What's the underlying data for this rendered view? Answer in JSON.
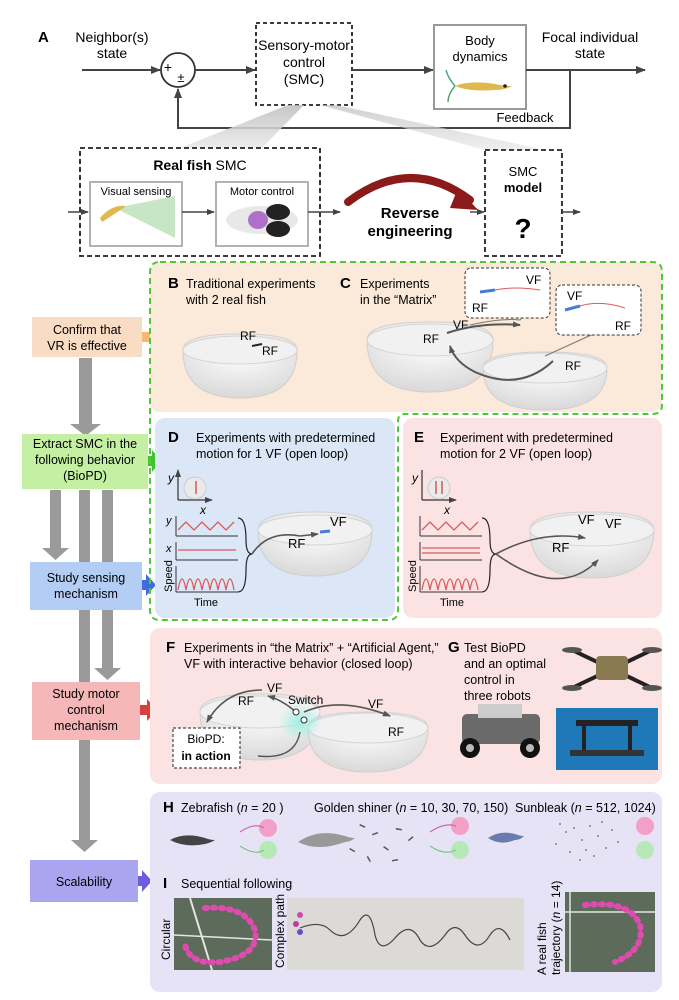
{
  "panel_a": {
    "letter": "A",
    "neighbor_line1": "Neighbor(s)",
    "neighbor_line2": "state",
    "plus": "+",
    "pm": "±",
    "smc_line1": "Sensory-motor",
    "smc_line2": "control",
    "smc_line3": "(SMC)",
    "body_line1": "Body",
    "body_line2": "dynamics",
    "focal_line1": "Focal individual",
    "focal_line2": "state",
    "feedback": "Feedback",
    "real_fish_bold": "Real fish",
    "real_fish_rest": " SMC",
    "visual_sensing": "Visual sensing",
    "motor_control": "Motor control",
    "reverse_line1": "Reverse",
    "reverse_line2": "engineering",
    "smc_model_line1": "SMC",
    "smc_model_line2": "model",
    "question": "?"
  },
  "left_column": {
    "confirm_line1": "Confirm that",
    "confirm_line2": "VR is effective",
    "extract_line1": "Extract SMC in the",
    "extract_line2": "following behavior",
    "extract_line3": "(BioPD)",
    "sensing_line1": "Study sensing",
    "sensing_line2": "mechanism",
    "motor_line1": "Study motor",
    "motor_line2": "control",
    "motor_line3": "mechanism",
    "scalability": "Scalability"
  },
  "panel_b": {
    "letter": "B",
    "title_line1": "Traditional experiments",
    "title_line2": "with 2 real fish",
    "rf1": "RF",
    "rf2": "RF"
  },
  "panel_c": {
    "letter": "C",
    "title_line1": "Experiments",
    "title_line2": "in the “Matrix”",
    "rf_left": "RF",
    "vf_left": "VF",
    "rf_right": "RF",
    "inset1_vf": "VF",
    "inset1_rf": "RF",
    "inset2_vf": "VF",
    "inset2_rf": "RF"
  },
  "panel_d": {
    "letter": "D",
    "title_line1": "Experiments with predetermined",
    "title_line2": "motion for 1 VF (open loop)",
    "axis_y": "y",
    "axis_x": "x",
    "speed": "Speed",
    "time": "Time",
    "vf": "VF",
    "rf": "RF"
  },
  "panel_e": {
    "letter": "E",
    "title_line1": "Experiment with predetermined",
    "title_line2": "motion for 2 VF (open loop)",
    "axis_y": "y",
    "axis_x": "x",
    "speed": "Speed",
    "time": "Time",
    "vf1": "VF",
    "vf2": "VF",
    "rf": "RF"
  },
  "panel_f": {
    "letter": "F",
    "title_line1": "Experiments in “the Matrix” + “Artificial Agent,”",
    "title_line2": "VF with interactive behavior (closed loop)",
    "vf1": "VF",
    "rf1": "RF",
    "switch": "Switch",
    "vf2": "VF",
    "rf2": "RF",
    "biopd_line1": "BioPD:",
    "biopd_line2": "in action"
  },
  "panel_g": {
    "letter": "G",
    "text_line1": "Test BioPD",
    "text_line2": "and an optimal",
    "text_line3": "control in",
    "text_line4": "three robots"
  },
  "panel_h": {
    "letter": "H",
    "zebrafish": "Zebrafish (",
    "zebrafish_n": "n",
    "zebrafish_rest": " = 20 )",
    "shiner": "Golden shiner (",
    "shiner_n": "n",
    "shiner_rest": " = 10, 30, 70, 150)",
    "sunbleak": "Sunbleak (",
    "sunbleak_n": "n",
    "sunbleak_rest": " = 512, 1024)"
  },
  "panel_i": {
    "letter": "I",
    "title": "Sequential following",
    "circular": "Circular",
    "complex": "Complex path",
    "real_traj_a": "A real fish",
    "real_traj_b": "trajectory (",
    "real_traj_n": "n",
    "real_traj_c": " = 14)"
  },
  "colors": {
    "confirm": "#f9dcc4",
    "extract": "#c5f0a4",
    "sensing": "#b4cdf5",
    "motor": "#f5b7b7",
    "scalability": "#a9a6ef",
    "peach_panel": "#fbe9d9",
    "blue_panel": "#dbe6f7",
    "pink_panel": "#fbe3e3",
    "purple_panel": "#e6e3f6",
    "green_dash": "#4fc83a",
    "arrow_orange": "#f8b96f",
    "arrow_green": "#3fc42a",
    "arrow_blue": "#3f6de0",
    "arrow_red": "#d9403a",
    "arrow_purple": "#6b5ee0",
    "reverse_arrow": "#8b1a1a"
  }
}
